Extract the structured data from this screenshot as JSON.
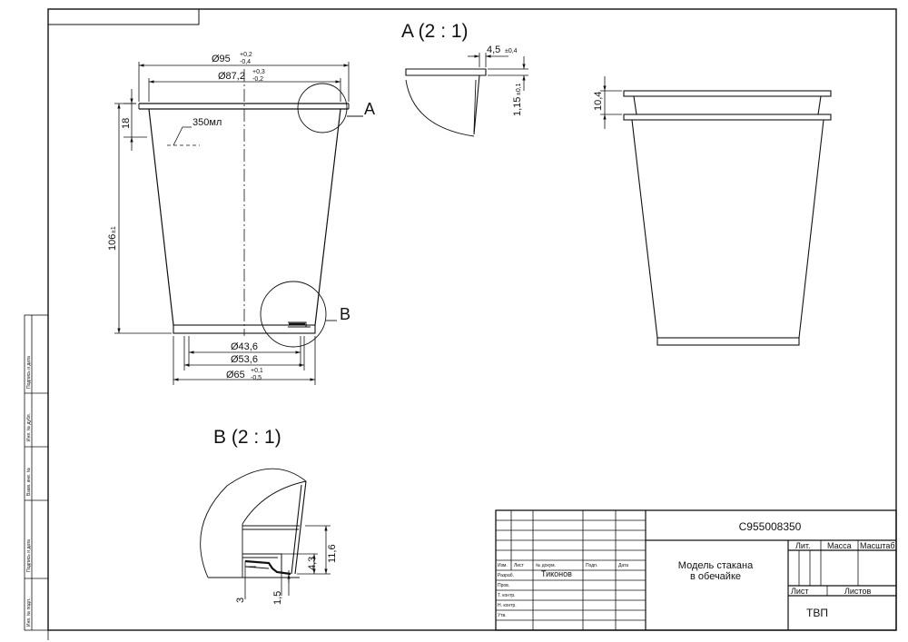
{
  "views": {
    "detail_a_title": "A (2 : 1)",
    "detail_b_title": "B (2 : 1)",
    "callout_a": "A",
    "callout_b": "B"
  },
  "dimensions": {
    "top_outer_diameter": "Ø95",
    "top_outer_tol_upper": "+0,2",
    "top_outer_tol_lower": "-0,4",
    "top_inner_diameter": "Ø87,2",
    "top_inner_tol_upper": "+0,3",
    "top_inner_tol_lower": "-0,2",
    "volume_label": "350мл",
    "rim_height": "18",
    "height": "106",
    "height_tol": "±1",
    "bottom_d1": "Ø43,6",
    "bottom_d2": "Ø53,6",
    "bottom_d3": "Ø65",
    "bottom_d3_tol_upper": "+0,1",
    "bottom_d3_tol_lower": "-0,5",
    "detail_a_width": "4,5",
    "detail_a_width_tol": "±0,4",
    "detail_a_thickness": "1,15",
    "detail_a_thickness_tol": "±0,1",
    "stack_step": "10,4",
    "detail_b_h1": "11,6",
    "detail_b_h2": "4,3",
    "detail_b_h3": "1,5",
    "detail_b_h4": "3"
  },
  "title_block": {
    "designation": "С955008350",
    "part_name_line1": "Модель стакана",
    "part_name_line2": "в обечайке",
    "lit_label": "Лит.",
    "mass_label": "Масса",
    "scale_label": "Масштаб",
    "sheet_label": "Лист",
    "sheets_label": "Листов",
    "org": "ТВП",
    "col_izm": "Изм.",
    "col_list": "Лист",
    "col_doc": "№ докум.",
    "col_sign": "Подп.",
    "col_date": "Дата",
    "row_razrab": "Разраб.",
    "row_prov": "Пров.",
    "row_tkontr": "Т. контр.",
    "row_nkontr": "Н. контр.",
    "row_utv": "Утв.",
    "developer": "Тиконов"
  },
  "side_stamp": {
    "cell1": "Подпись и дата",
    "cell2": "Инв. № дубл.",
    "cell3": "Взам. инв. №",
    "cell4": "Подпись и дата",
    "cell5": "Инв. № подл."
  }
}
